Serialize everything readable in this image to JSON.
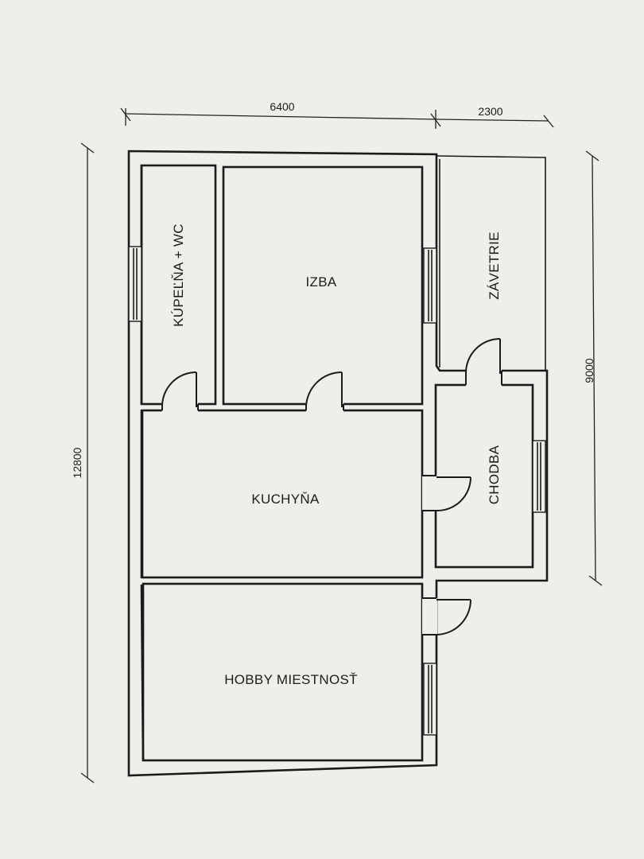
{
  "rooms": {
    "kupelna": "KÚPEĽŇA + WC",
    "izba": "IZBA",
    "zavetrie": "ZÁVETRIE",
    "kuchyna": "KUCHYŇA",
    "chodba": "CHODBA",
    "hobby": "HOBBY MIESTNOSŤ"
  },
  "dimensions": {
    "top_left_width": "6400",
    "top_right_width": "2300",
    "left_height": "12800",
    "right_height": "9000"
  },
  "colors": {
    "paper": "#eeeeea",
    "ink": "#1b1b1b"
  }
}
